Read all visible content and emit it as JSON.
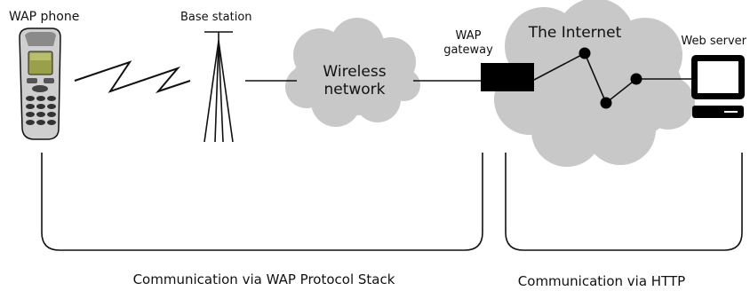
{
  "nodes": {
    "phone": {
      "label": "WAP phone",
      "icon": "mobile-phone-icon"
    },
    "base_station": {
      "label": "Base station",
      "icon": "antenna-tower-icon"
    },
    "wireless": {
      "label_line1": "Wireless",
      "label_line2": "network",
      "icon": "cloud-icon"
    },
    "gateway": {
      "label_line1": "WAP",
      "label_line2": "gateway",
      "icon": "gateway-box-icon"
    },
    "internet": {
      "label": "The Internet",
      "icon": "cloud-icon"
    },
    "server": {
      "label": "Web server",
      "icon": "computer-monitor-icon"
    }
  },
  "spans": {
    "wap": {
      "label": "Communication via WAP Protocol Stack"
    },
    "http": {
      "label": "Communication via HTTP"
    }
  },
  "colors": {
    "cloud": "#c8c8c8",
    "line": "#111111",
    "node": "#000000",
    "background": "#ffffff"
  }
}
